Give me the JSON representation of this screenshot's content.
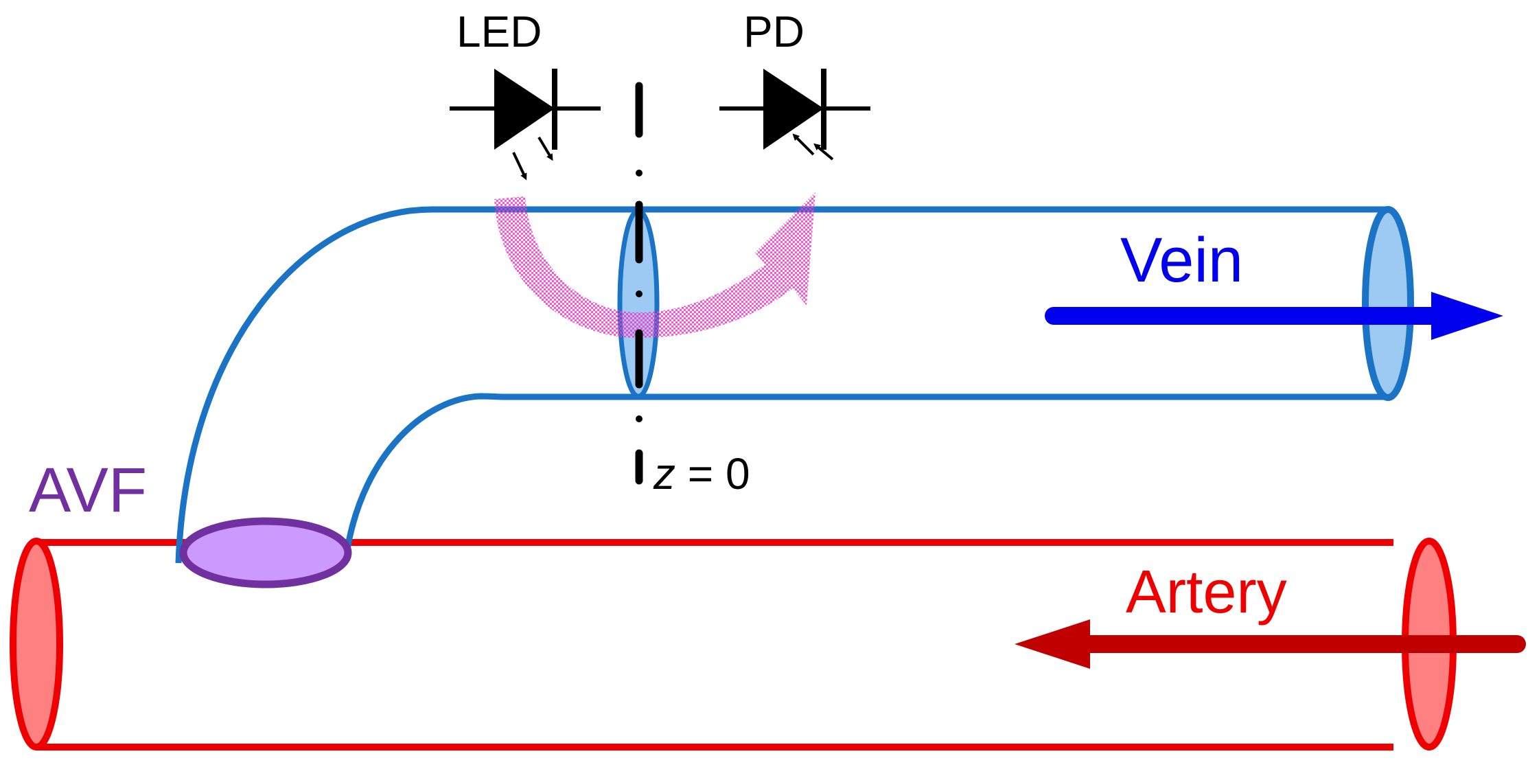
{
  "labels": {
    "led": "LED",
    "pd": "PD",
    "vein": "Vein",
    "artery": "Artery",
    "avf": "AVF",
    "z_var": "z",
    "z_eq": " = 0"
  },
  "colors": {
    "vein_outline": "#1a73c4",
    "vein_fill": "#9ccaf3",
    "vein_arrow": "#0000ee",
    "artery_outline": "#ee0000",
    "artery_fill": "#ff8080",
    "artery_arrow": "#c00000",
    "avf_outline": "#7030a0",
    "avf_fill": "#cc99ff",
    "light_path": "#ff33cc",
    "diode": "#000000"
  },
  "icons": {
    "led": "led-diode-icon",
    "pd": "photodiode-icon"
  }
}
